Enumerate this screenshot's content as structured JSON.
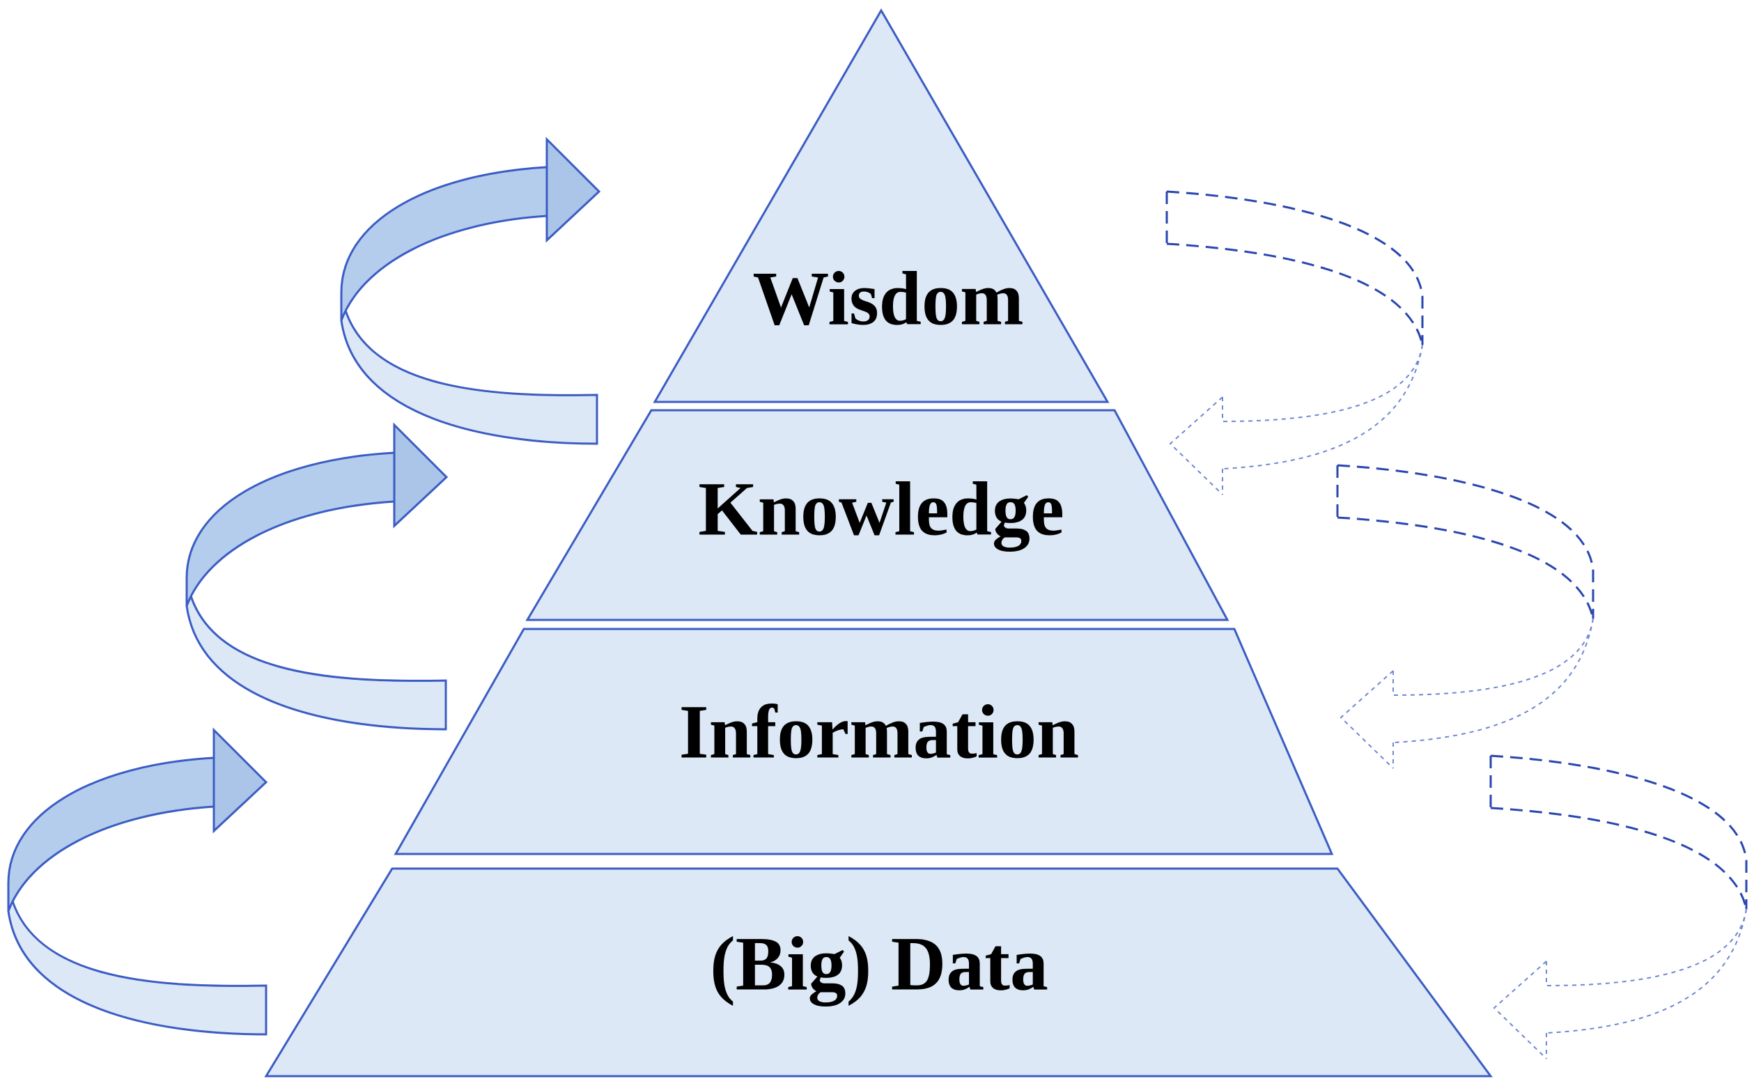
{
  "diagram": {
    "levels": [
      {
        "id": "wisdom",
        "label": "Wisdom"
      },
      {
        "id": "knowledge",
        "label": "Knowledge"
      },
      {
        "id": "information",
        "label": "Information"
      },
      {
        "id": "big-data",
        "label": "(Big) Data"
      }
    ]
  },
  "colors": {
    "fill": "#dce8f6",
    "stroke": "#3b5cc4",
    "arrow_fill": "#aac5e8",
    "dashed_stroke": "#2946b0"
  }
}
